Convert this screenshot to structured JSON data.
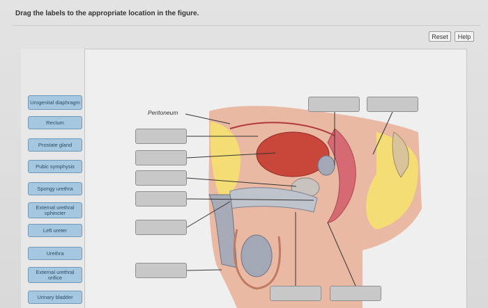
{
  "instruction": "Drag the labels to the appropriate location in the figure.",
  "toolbar": {
    "reset_label": "Reset",
    "help_label": "Help"
  },
  "labels": [
    "Urogenital diaphragm",
    "Rectum",
    "Prostate gland",
    "Pubic symphysis",
    "Spongy urethra",
    "External urethral sphincter",
    "Left ureter",
    "Urethra",
    "External urethral orifice",
    "Urinary bladder"
  ],
  "figure": {
    "fixed_label": "Peritoneum"
  },
  "colors": {
    "label_bg": "#a6c7e0",
    "label_border": "#6f98b8",
    "drop_target": "#c8c8c8",
    "bladder": "#c9463a",
    "tissue": "#e9b9a4",
    "fat": "#f3dd74"
  }
}
